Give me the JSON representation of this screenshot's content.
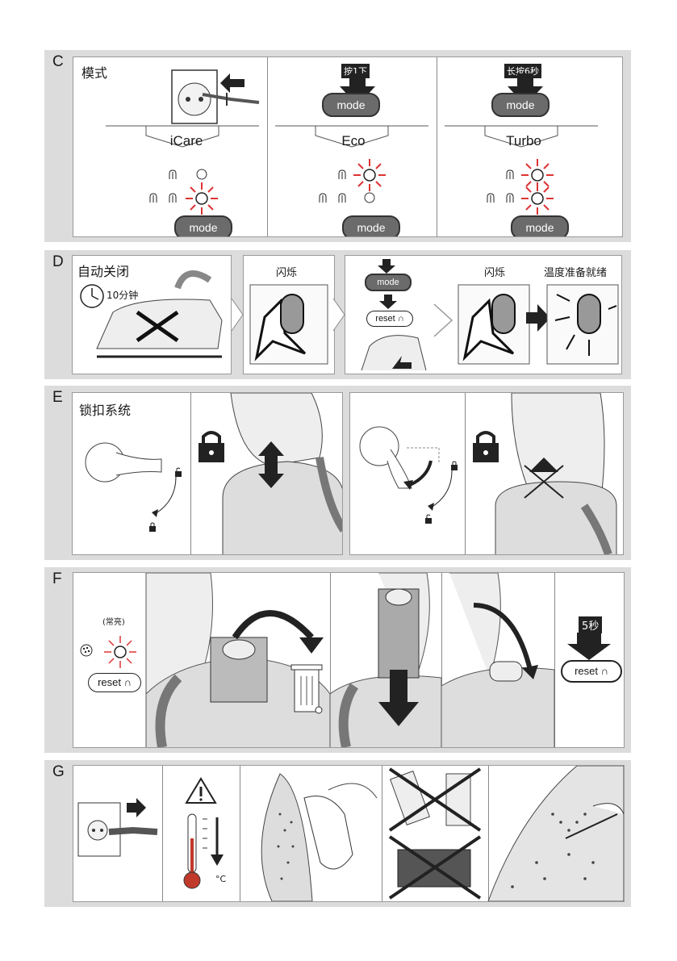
{
  "sections": {
    "c": {
      "letter": "C",
      "title": "模式",
      "press_once": "按1下",
      "long_press": "长按6秒",
      "mode_button": "mode",
      "modes": [
        "iCare",
        "Eco",
        "Turbo"
      ]
    },
    "d": {
      "letter": "D",
      "title": "自动关闭",
      "timer": "10分钟",
      "blink_1": "闪烁",
      "blink_2": "闪烁",
      "ready": "温度准备就绪",
      "mode_button": "mode",
      "reset_button": "reset"
    },
    "e": {
      "letter": "E",
      "title": "锁扣系统"
    },
    "f": {
      "letter": "F",
      "steady": "(常亮)",
      "reset_button": "reset",
      "seconds": "5秒"
    },
    "g": {
      "letter": "G",
      "temp_unit": "°C"
    }
  },
  "colors": {
    "section_bg": "#dcdcdc",
    "panel_border": "#9a9a9a",
    "button_gray": "#6b6b6b",
    "ink": "#1a1a1a"
  },
  "icons": [
    "plug-icon",
    "arrow-icon",
    "steam-icon",
    "light-burst-icon",
    "clock-icon",
    "padlock-icon",
    "trash-bin-icon",
    "warning-icon",
    "thermometer-icon",
    "cross-icon"
  ]
}
